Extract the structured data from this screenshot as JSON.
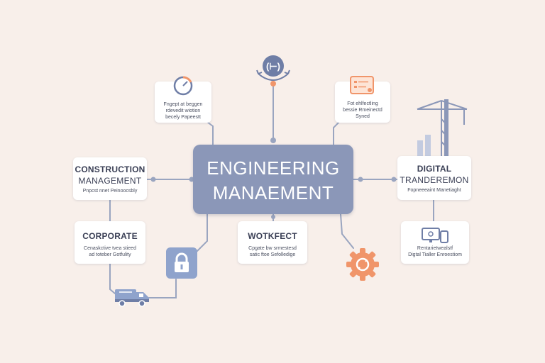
{
  "central": {
    "line1": "ENGINEERING",
    "line2": "MANAEMENT"
  },
  "nodes": {
    "top_left": {
      "desc": "Fngept at beggen\nrdevedit wiotion\nbecely Papeestt"
    },
    "top_right": {
      "desc": "Fot ehlfectling\nbessie Rmeinectd\nSyned"
    },
    "construction": {
      "title": "CONSTRUCTION",
      "subtitle": "MANAGEMENT",
      "desc": "Pnpcst nnet Peinoocsbly"
    },
    "digital": {
      "title": "DIGITAL",
      "subtitle": "TRANDEREMON",
      "desc": "Fopneeeaint Manetiaght"
    },
    "corporate": {
      "title": "CORPORATE",
      "desc": "Cenaskctive tvea stieed\nad toteber Gotfulity"
    },
    "workflow": {
      "title": "WOTKFECT",
      "desc": "Cpgate bw srmestesd\nsatic ftoe Sefolledige"
    },
    "digital_bottom": {
      "desc": "Rentarietwealstf\nDigtal Tialler Enroestiom"
    }
  },
  "colors": {
    "background": "#f8efea",
    "central": "#8b97b8",
    "line": "#9aa5c0",
    "accent_orange": "#f0956a",
    "icon_blue": "#6f7ea6"
  },
  "icons": [
    "gauge-icon",
    "measurement-icon",
    "clipboard-icon",
    "crane-icon",
    "bar-chart-icon",
    "lock-icon",
    "truck-icon",
    "gear-icon",
    "computer-icon"
  ]
}
